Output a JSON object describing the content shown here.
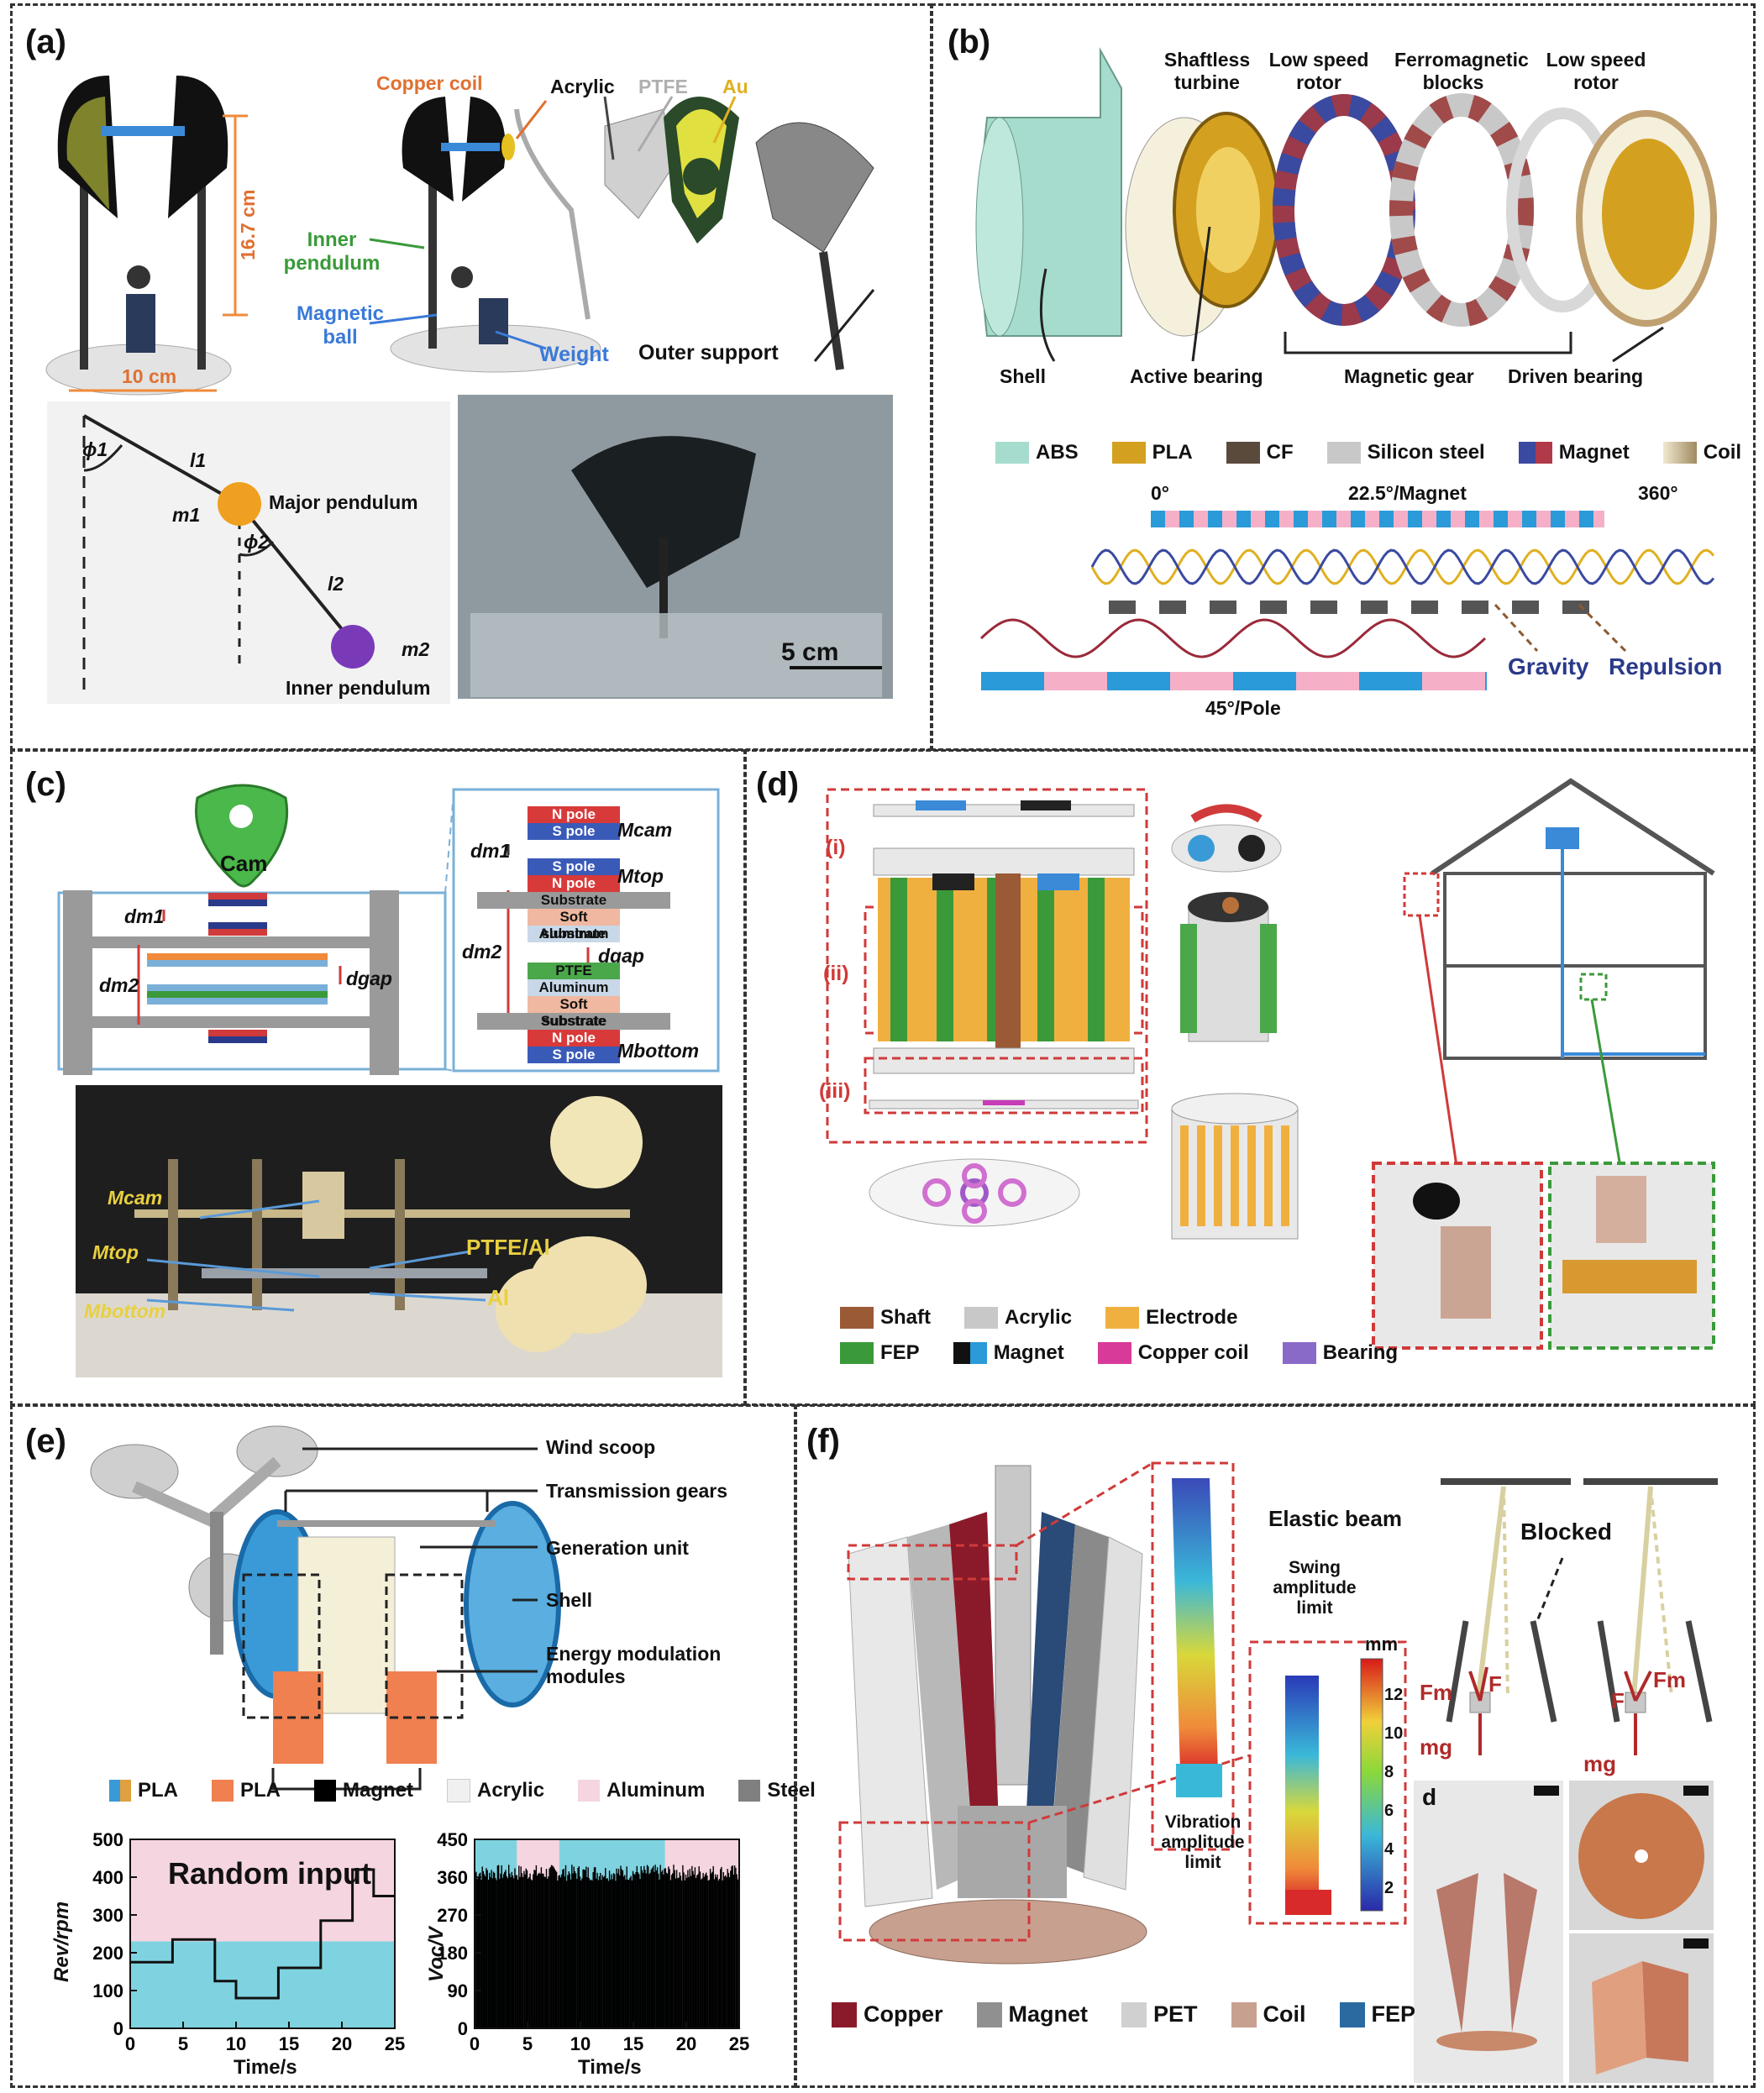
{
  "panels": {
    "a": {
      "label": "(a)",
      "dim_height": "16.7 cm",
      "dim_width": "10 cm",
      "labels": [
        "Copper coil",
        "Acrylic",
        "PTFE",
        "Au",
        "Inner pendulum",
        "Magnetic ball",
        "Weight",
        "Outer support"
      ],
      "pendulum_labels": {
        "phi1": "ϕ1",
        "l1": "l1",
        "m1": "m1",
        "major": "Major pendulum",
        "phi2": "ϕ2",
        "l2": "l2",
        "m2": "m2",
        "inner": "Inner pendulum"
      },
      "scale": "5 cm"
    },
    "b": {
      "label": "(b)",
      "labels": [
        "Shaftless turbine",
        "Low speed rotor",
        "Ferromagnetic blocks",
        "Low speed rotor",
        "Shell",
        "Active bearing",
        "Magnetic gear",
        "Driven bearing"
      ],
      "legend": [
        {
          "name": "ABS",
          "color": "#a6dccd"
        },
        {
          "name": "PLA",
          "color": "#d4a020"
        },
        {
          "name": "CF",
          "color": "#5a4a3c"
        },
        {
          "name": "Silicon steel",
          "color": "#c8c8c8"
        },
        {
          "name": "Magnet",
          "color": "#3a4aa0"
        },
        {
          "name": "Coil",
          "color": "#c8b48a"
        }
      ],
      "wave_labels": {
        "start": "0°",
        "mid": "22.5°/Magnet",
        "end": "360°",
        "gravity": "Gravity",
        "repulsion": "Repulsion",
        "pole": "45°/Pole"
      }
    },
    "c": {
      "label": "(c)",
      "cam": "Cam",
      "dm1": "dm1",
      "dm2": "dm2",
      "dgap": "dgap",
      "stack": [
        "N pole",
        "S pole",
        "S pole",
        "N pole",
        "Substrate",
        "Soft substrate",
        "Aluminum",
        "PTFE",
        "Aluminum",
        "Soft substrate",
        "Substrate",
        "N pole",
        "S pole"
      ],
      "stack_side": {
        "mcam": "Mcam",
        "mtop": "Mtop",
        "mbottom": "Mbottom"
      },
      "photo_labels": [
        "Mcam",
        "Mtop",
        "PTFE/Al",
        "Al",
        "Mbottom"
      ]
    },
    "d": {
      "label": "(d)",
      "sections": [
        "(i)",
        "(ii)",
        "(iii)"
      ],
      "legend": [
        {
          "name": "Shaft",
          "color": "#9a5a35"
        },
        {
          "name": "Acrylic",
          "color": "#c8c8c8"
        },
        {
          "name": "Electrode",
          "color": "#f0b040"
        },
        {
          "name": "FEP",
          "color": "#3a9a3a"
        },
        {
          "name": "Magnet",
          "color": "#2a9ad8"
        },
        {
          "name": "Copper coil",
          "color": "#d83a9a"
        },
        {
          "name": "Bearing",
          "color": "#8a6ac8"
        }
      ]
    },
    "e": {
      "label": "(e)",
      "labels": [
        "Wind scoop",
        "Transmission gears",
        "Generation unit",
        "Shell",
        "Energy modulation modules"
      ],
      "legend": [
        {
          "name": "PLA",
          "color": "#3a9ad8"
        },
        {
          "name": "PLA",
          "color": "#f08050"
        },
        {
          "name": "Magnet",
          "color": "#000000"
        },
        {
          "name": "Acrylic",
          "color": "#f0f0f0"
        },
        {
          "name": "Aluminum",
          "color": "#f5d5e0"
        },
        {
          "name": "Steel",
          "color": "#808080"
        }
      ]
    },
    "f": {
      "label": "(f)",
      "labels": [
        "Elastic beam",
        "Swing amplitude limit",
        "Vibration amplitude limit",
        "Blocked",
        "mm",
        "Fm",
        "F",
        "mg",
        "F",
        "Fm",
        "mg",
        "d"
      ],
      "colorbar_ticks": [
        "12",
        "10",
        "8",
        "6",
        "4",
        "2"
      ],
      "legend": [
        {
          "name": "Copper",
          "color": "#8a1a2a"
        },
        {
          "name": "Magnet",
          "color": "#909090"
        },
        {
          "name": "PET",
          "color": "#d0d0d0"
        },
        {
          "name": "Coil",
          "color": "#c8a090"
        },
        {
          "name": "FEP",
          "color": "#2a6aa0"
        }
      ]
    }
  },
  "chart_data": [
    {
      "type": "line",
      "annotation": "Random input",
      "xlabel": "Time/s",
      "ylabel": "Rev/rpm",
      "xlim": [
        0,
        25
      ],
      "ylim": [
        0,
        500
      ],
      "xticks": [
        0,
        5,
        10,
        15,
        20,
        25
      ],
      "yticks": [
        0,
        100,
        200,
        300,
        400,
        500
      ],
      "x": [
        0,
        4,
        4,
        8,
        8,
        10,
        10,
        14,
        14,
        18,
        18,
        21,
        21,
        23,
        23,
        25
      ],
      "values": [
        175,
        175,
        235,
        235,
        125,
        125,
        80,
        80,
        160,
        160,
        285,
        285,
        420,
        420,
        350,
        350
      ],
      "bands": [
        {
          "from": 0,
          "to": 230,
          "color": "#7fd3e0"
        },
        {
          "from": 230,
          "to": 500,
          "color": "#f5d5e0"
        }
      ]
    },
    {
      "type": "bar",
      "xlabel": "Time/s",
      "ylabel": "Voc/V",
      "xlim": [
        0,
        25
      ],
      "ylim": [
        0,
        450
      ],
      "xticks": [
        0,
        5,
        10,
        15,
        20,
        25
      ],
      "yticks": [
        0,
        90,
        180,
        270,
        360,
        450
      ],
      "peak": 390,
      "bands": [
        {
          "from": 0,
          "to": 4,
          "color": "#7fd3e0"
        },
        {
          "from": 4,
          "to": 8,
          "color": "#f5d5e0"
        },
        {
          "from": 8,
          "to": 18,
          "color": "#7fd3e0"
        },
        {
          "from": 18,
          "to": 25,
          "color": "#f5d5e0"
        }
      ]
    }
  ]
}
